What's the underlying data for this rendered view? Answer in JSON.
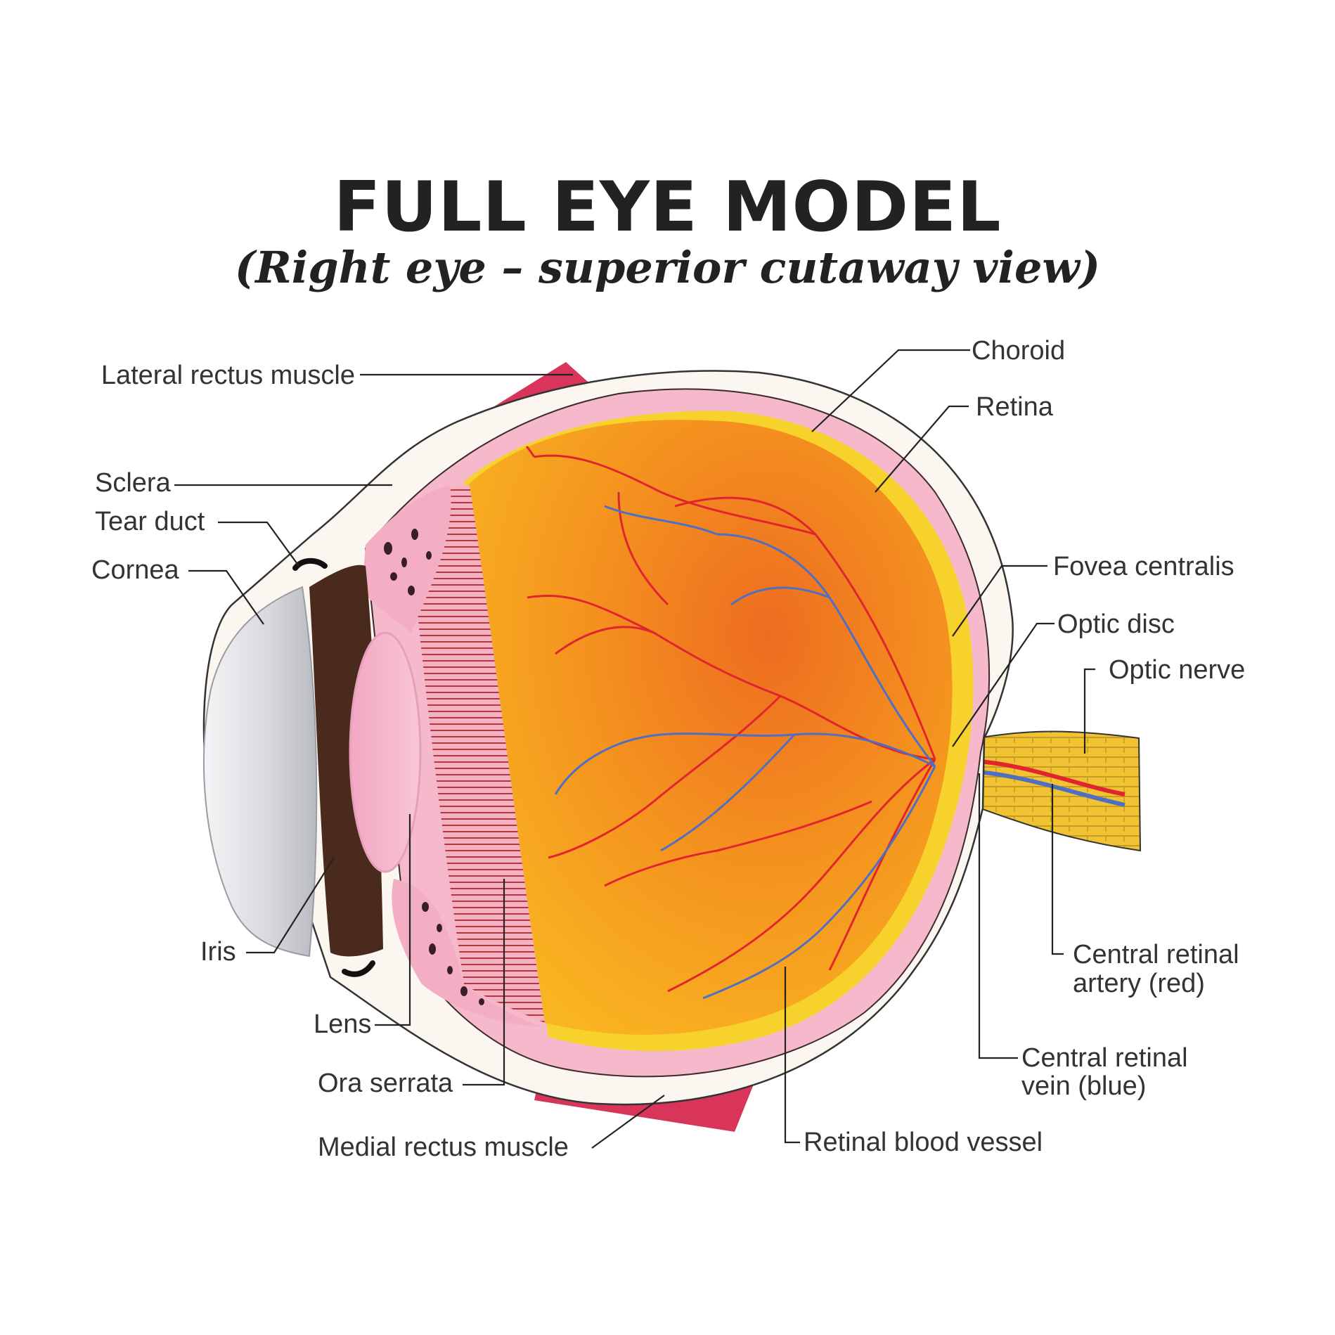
{
  "title": "FULL EYE MODEL",
  "subtitle": "(Right eye – superior cutaway view)",
  "labels": {
    "lateral_rectus": "Lateral rectus muscle",
    "sclera": "Sclera",
    "tear_duct": "Tear duct",
    "cornea": "Cornea",
    "iris": "Iris",
    "lens": "Lens",
    "ora_serrata": "Ora serrata",
    "medial_rectus": "Medial rectus muscle",
    "choroid": "Choroid",
    "retina": "Retina",
    "fovea": "Fovea centralis",
    "optic_disc": "Optic disc",
    "optic_nerve": "Optic nerve",
    "artery_l1": "Central retinal",
    "artery_l2": "artery (red)",
    "vein_l1": "Central retinal",
    "vein_l2": "vein (blue)",
    "vessel": "Retinal blood vessel"
  },
  "colors": {
    "sclera": "#fbf7f0",
    "choroid": "#f6b9cb",
    "retina": "#f8d22c",
    "interior": "#f49422",
    "muscle": "#d9355a",
    "optic_nerve": "#f1c232",
    "artery": "#e0252f",
    "vein": "#4f6fc2"
  }
}
